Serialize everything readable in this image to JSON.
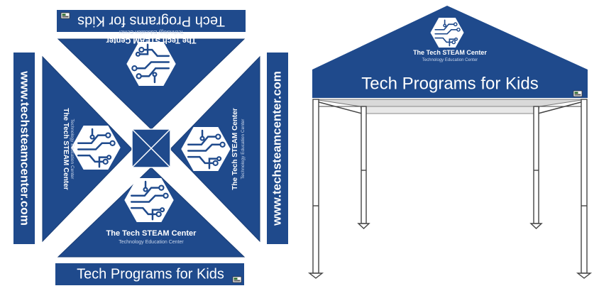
{
  "colors": {
    "brand_blue": "#1f4a8c",
    "panel_outline": "#1a3d75",
    "frame_gray": "#9a9a9a",
    "frame_dark": "#444444",
    "white": "#ffffff"
  },
  "brand": {
    "name": "The Tech STEAM Center",
    "tagline": "Technology Education Center",
    "website": "www.techsteamcenter.com",
    "slogan": "Tech Programs for Kids",
    "logo_icon": "circuit-hexagon-icon",
    "badge_icon": "small-flag-badge-icon"
  }
}
